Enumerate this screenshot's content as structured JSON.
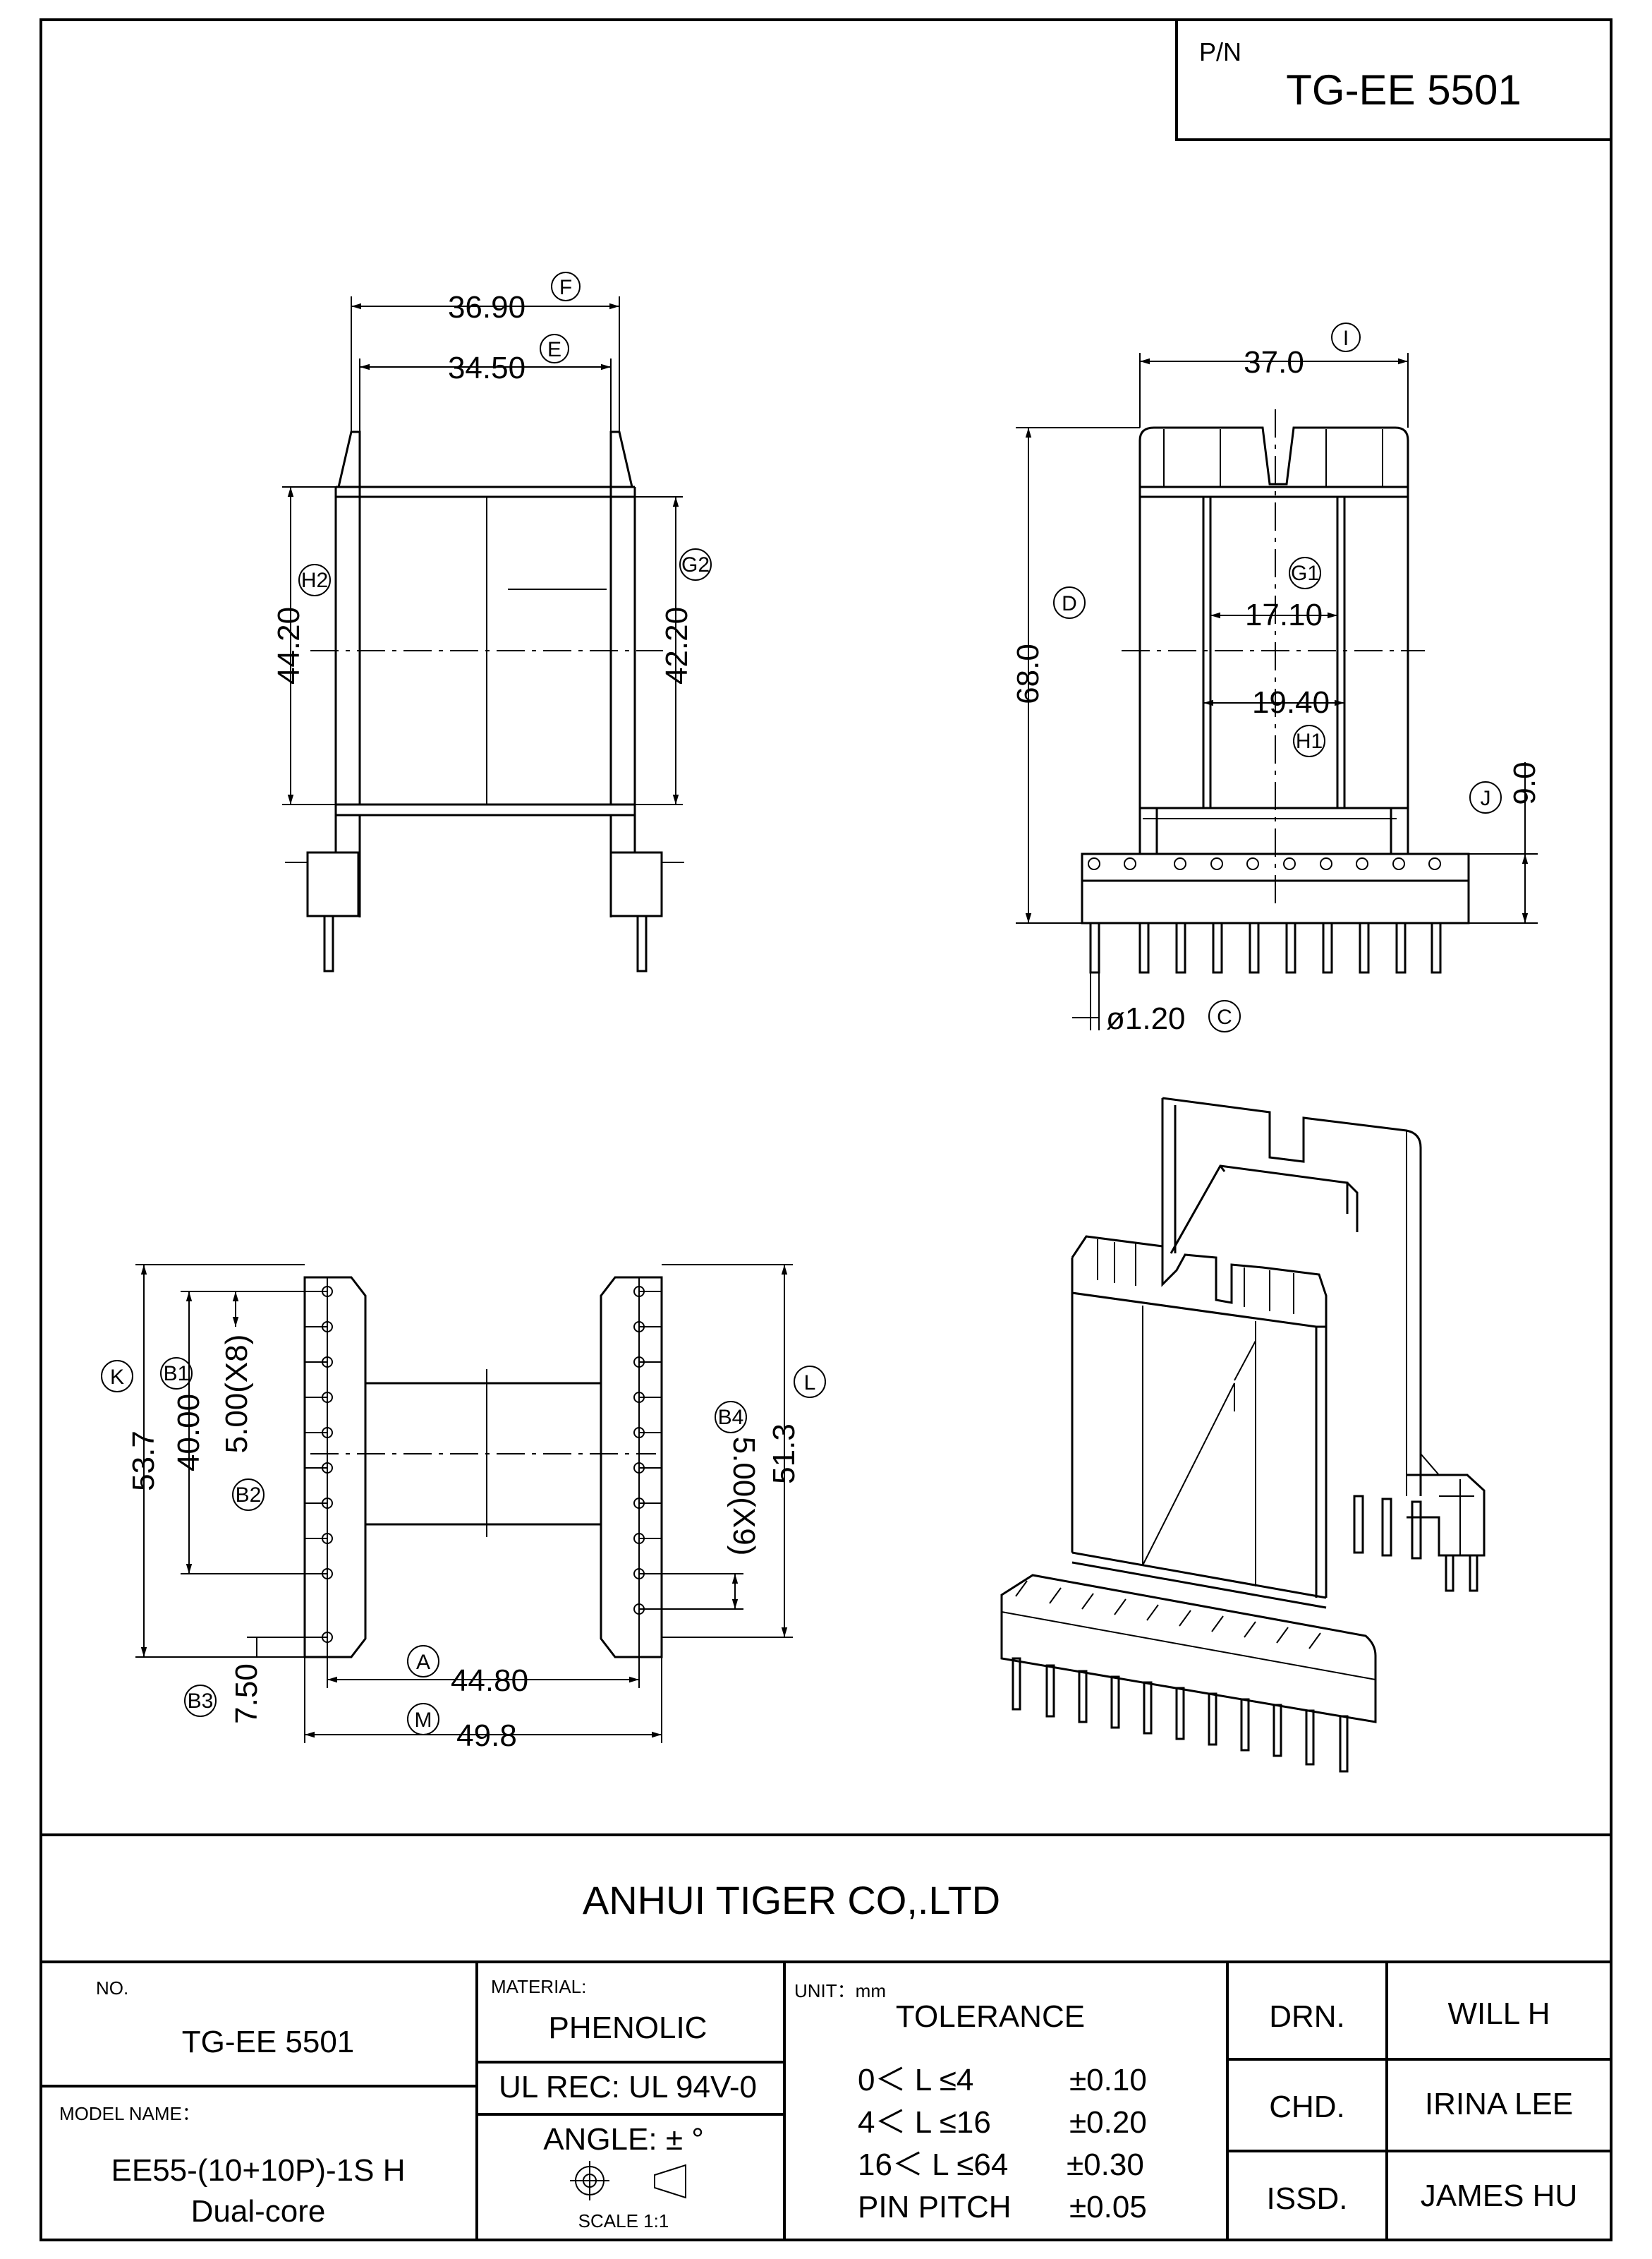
{
  "header": {
    "pn_label": "P/N",
    "pn_value": "TG-EE 5501"
  },
  "dims": {
    "F": "36.90",
    "E": "34.50",
    "H2": "44.20",
    "G2": "42.20",
    "I": "37.0",
    "D": "68.0",
    "G1": "17.10",
    "H1": "19.40",
    "J": "9.0",
    "C": "ø1.20",
    "K": "53.7",
    "B1": "40.00",
    "B1_pitch": "5.00(X8)",
    "L": "51.3",
    "B4_pitch": "5.00(X9)",
    "A": "44.80",
    "M": "49.8",
    "B3": "7.50"
  },
  "markers": {
    "F": "F",
    "E": "E",
    "H2": "H2",
    "G2": "G2",
    "I": "I",
    "D": "D",
    "G1": "G1",
    "H1": "H1",
    "J": "J",
    "C": "C",
    "K": "K",
    "B1": "B1",
    "B2": "B2",
    "L": "L",
    "B4": "B4",
    "A": "A",
    "M": "M",
    "B3": "B3"
  },
  "title_block": {
    "company": "ANHUI TIGER CO,.LTD",
    "no_label": "NO.",
    "no_value": "TG-EE 5501",
    "model_label": "MODEL NAME：",
    "model_value": "EE55-(10+10P)-1S H",
    "model_sub": "Dual-core",
    "material_label": "MATERIAL:",
    "material_value": "PHENOLIC",
    "ul_rec": "UL REC:  UL 94V-0",
    "angle": "ANGLE:   ±  °",
    "scale": "SCALE 1:1",
    "unit": "UNIT：mm",
    "tolerance_title": "TOLERANCE",
    "tolerances": [
      {
        "range": "0＜ L ≤4",
        "value": "±0.10"
      },
      {
        "range": "4＜ L ≤16",
        "value": "±0.20"
      },
      {
        "range": "16＜ L ≤64",
        "value": "±0.30"
      },
      {
        "range": "PIN PITCH",
        "value": "±0.05"
      }
    ],
    "approvals": [
      {
        "label": "DRN.",
        "name": "WILL H"
      },
      {
        "label": "CHD.",
        "name": "IRINA LEE"
      },
      {
        "label": "ISSD.",
        "name": "JAMES HU"
      }
    ]
  }
}
